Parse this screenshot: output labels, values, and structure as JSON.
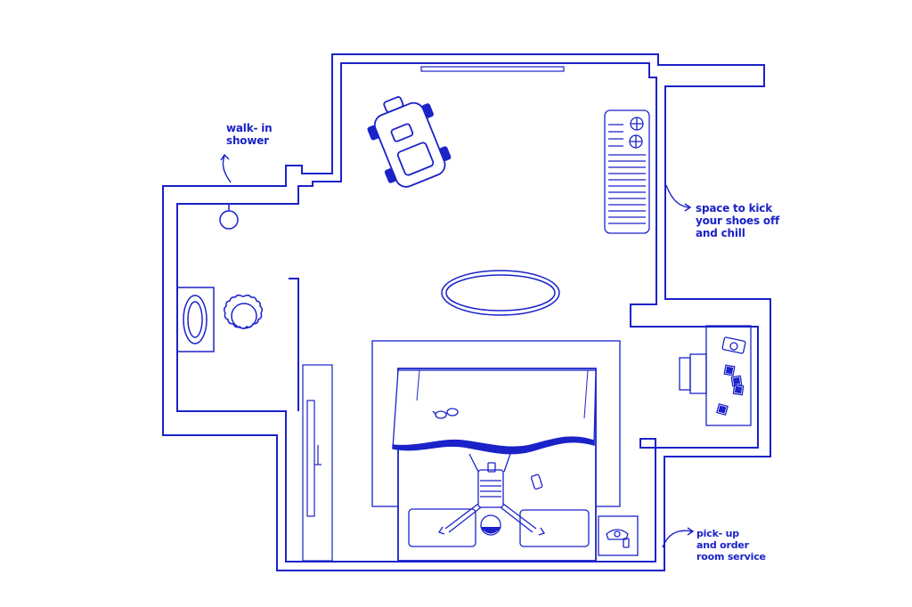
{
  "colors": {
    "ink": "#1a22c8",
    "fill": "#ffffff"
  },
  "labels": {
    "shower": [
      "walk- in",
      "shower"
    ],
    "shoes": [
      "space to kick",
      "your shoes off",
      "and chill"
    ],
    "service": [
      "pick- up",
      "and order",
      "room service"
    ]
  }
}
